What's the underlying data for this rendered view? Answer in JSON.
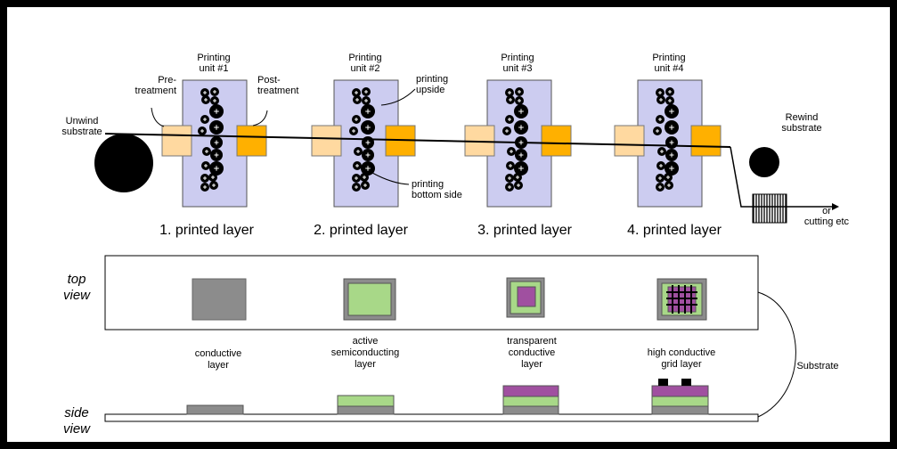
{
  "process": {
    "unwind_label": [
      "Unwind",
      "substrate"
    ],
    "rewind_label": [
      "Rewind",
      "substrate"
    ],
    "output_label": [
      "or",
      "cutting etc"
    ],
    "pre_treatment_label": [
      "Pre-",
      "treatment"
    ],
    "post_treatment_label": [
      "Post-",
      "treatment"
    ],
    "printing_upside_label": [
      "printing",
      "upside"
    ],
    "printing_bottom_label": [
      "printing",
      "bottom side"
    ],
    "units": [
      {
        "title": [
          "Printing",
          "unit #1"
        ],
        "layer_label": "1. printed layer"
      },
      {
        "title": [
          "Printing",
          "unit #2"
        ],
        "layer_label": "2. printed layer"
      },
      {
        "title": [
          "Printing",
          "unit #3"
        ],
        "layer_label": "3. printed layer"
      },
      {
        "title": [
          "Printing",
          "unit #4"
        ],
        "layer_label": "4. printed layer"
      }
    ]
  },
  "views": {
    "top_view_label": [
      "top",
      "view"
    ],
    "side_view_label": [
      "side",
      "view"
    ],
    "substrate_label": "Substrate",
    "layers": [
      {
        "name": [
          "conductive",
          "layer"
        ]
      },
      {
        "name": [
          "active",
          "semiconducting",
          "layer"
        ]
      },
      {
        "name": [
          "transparent",
          "conductive",
          "layer"
        ]
      },
      {
        "name": [
          "high conductive",
          "grid layer"
        ]
      }
    ]
  },
  "colors": {
    "unit_fill": "#ccccf0",
    "pre_treatment": "#ffd9a0",
    "post_treatment": "#ffb000",
    "conductive": "#8c8c8c",
    "semiconducting": "#a8d888",
    "transparent_conductive": "#a050a0",
    "grid": "#000000"
  }
}
